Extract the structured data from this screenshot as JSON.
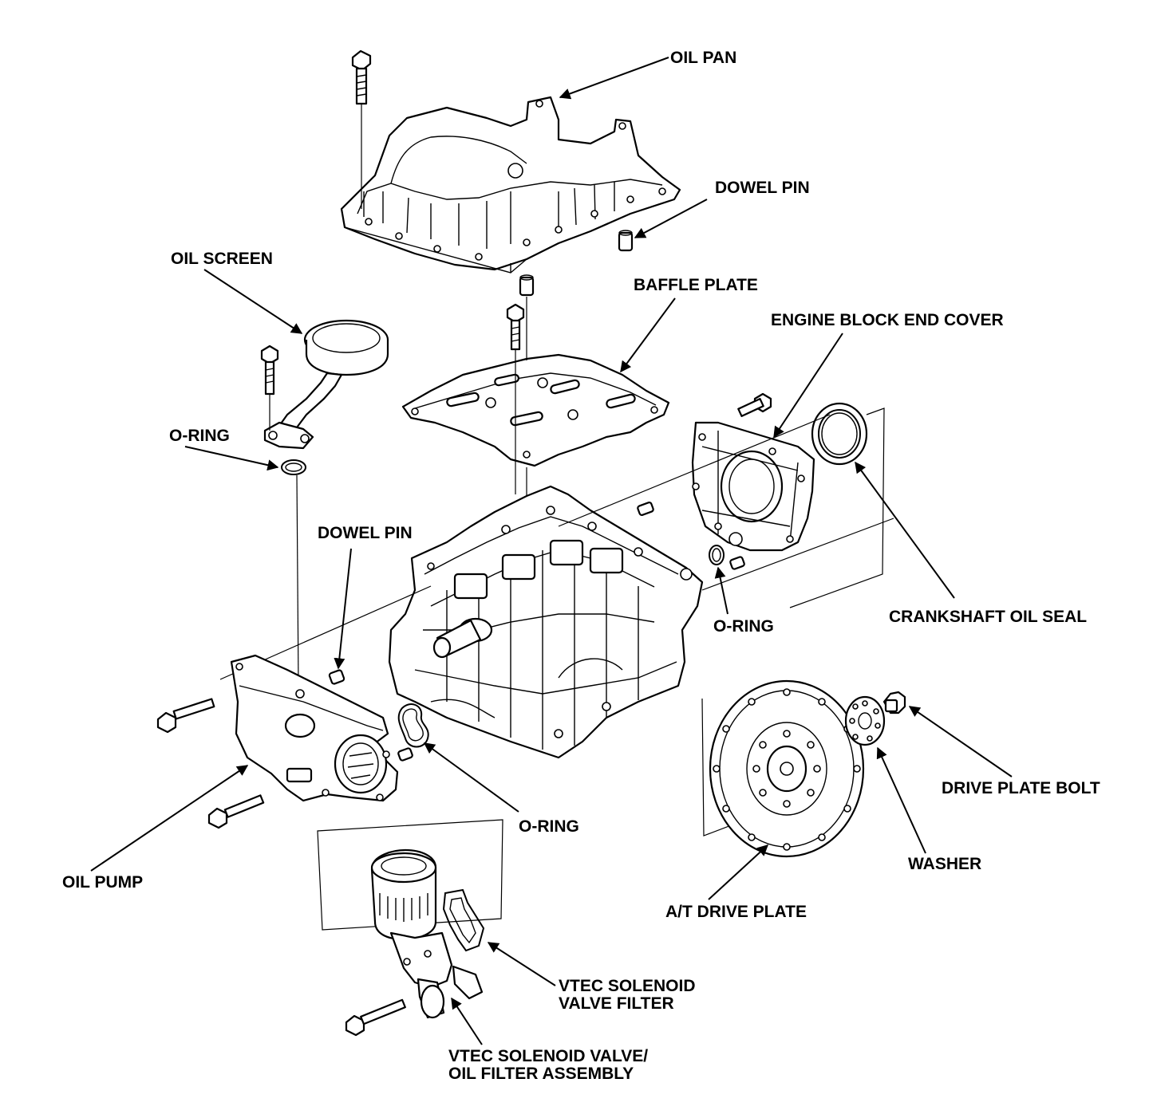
{
  "labels": {
    "oil_pan": "OIL PAN",
    "dowel_pin_top": "DOWEL PIN",
    "oil_screen": "OIL SCREEN",
    "baffle_plate": "BAFFLE PLATE",
    "engine_block_end_cover": "ENGINE BLOCK END COVER",
    "o_ring_left": "O-RING",
    "dowel_pin_mid": "DOWEL PIN",
    "o_ring_right": "O-RING",
    "crankshaft_oil_seal": "CRANKSHAFT OIL SEAL",
    "drive_plate_bolt": "DRIVE PLATE BOLT",
    "washer": "WASHER",
    "o_ring_bottom": "O-RING",
    "oil_pump": "OIL PUMP",
    "at_drive_plate": "A/T DRIVE PLATE",
    "vtec_filter_line1": "VTEC SOLENOID",
    "vtec_filter_line2": "VALVE FILTER",
    "vtec_assembly_line1": "VTEC SOLENOID VALVE/",
    "vtec_assembly_line2": "OIL FILTER ASSEMBLY"
  }
}
